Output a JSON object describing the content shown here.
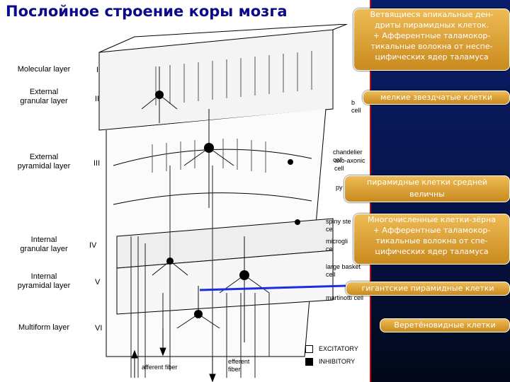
{
  "slide": {
    "title": "Послойное строение коры мозга"
  },
  "layers": [
    {
      "name": "Molecular layer",
      "roman": "I"
    },
    {
      "name": "External\ngranular layer",
      "roman": "II"
    },
    {
      "name": "External\npyramidal layer",
      "roman": "III"
    },
    {
      "name": "Internal\ngranular layer",
      "roman": "IV"
    },
    {
      "name": "Internal\npyramidal layer",
      "roman": "V"
    },
    {
      "name": "Multiform layer",
      "roman": "VI"
    }
  ],
  "cell_labels": {
    "basket": "b\ncell",
    "chandelier": "chandelier\ncell",
    "axo_axonic": "axo-axonic\ncell",
    "pyramidal": "py",
    "spiny_stellate": "spiny ste\nce",
    "microglia": "microgli\nce",
    "large_basket": "large basket\ncell",
    "martinotti": "martinotti cell",
    "afferent_fiber": "afferent fiber",
    "efferent_fiber": "efferent\nfiber"
  },
  "legend": {
    "excitatory": "EXCITATORY",
    "inhibitory": "INHIBITORY"
  },
  "callouts": [
    "Ветвящиеся апикальные ден-\nдриты пирамидных клеток.\n+ Афферентные таламокор-\nтикальные волокна от неспе-\nцифических ядер таламуса",
    "мелкие звездчатые клетки",
    "пирамидные клетки средней\nвеличны",
    "Многочисленные клетки-зёрна\n+ Афферентные таламокор-\nтикальные волокна от спе-\nцифических ядер таламуса",
    "гигантские пирамидные клетки",
    "Веретёновидные клетки"
  ],
  "colors": {
    "title": "#0a0a8a",
    "panel": "#0a1d6a",
    "callout": "#d9a23a",
    "pointer": "#1a2ee0",
    "divider": "#b01010"
  }
}
